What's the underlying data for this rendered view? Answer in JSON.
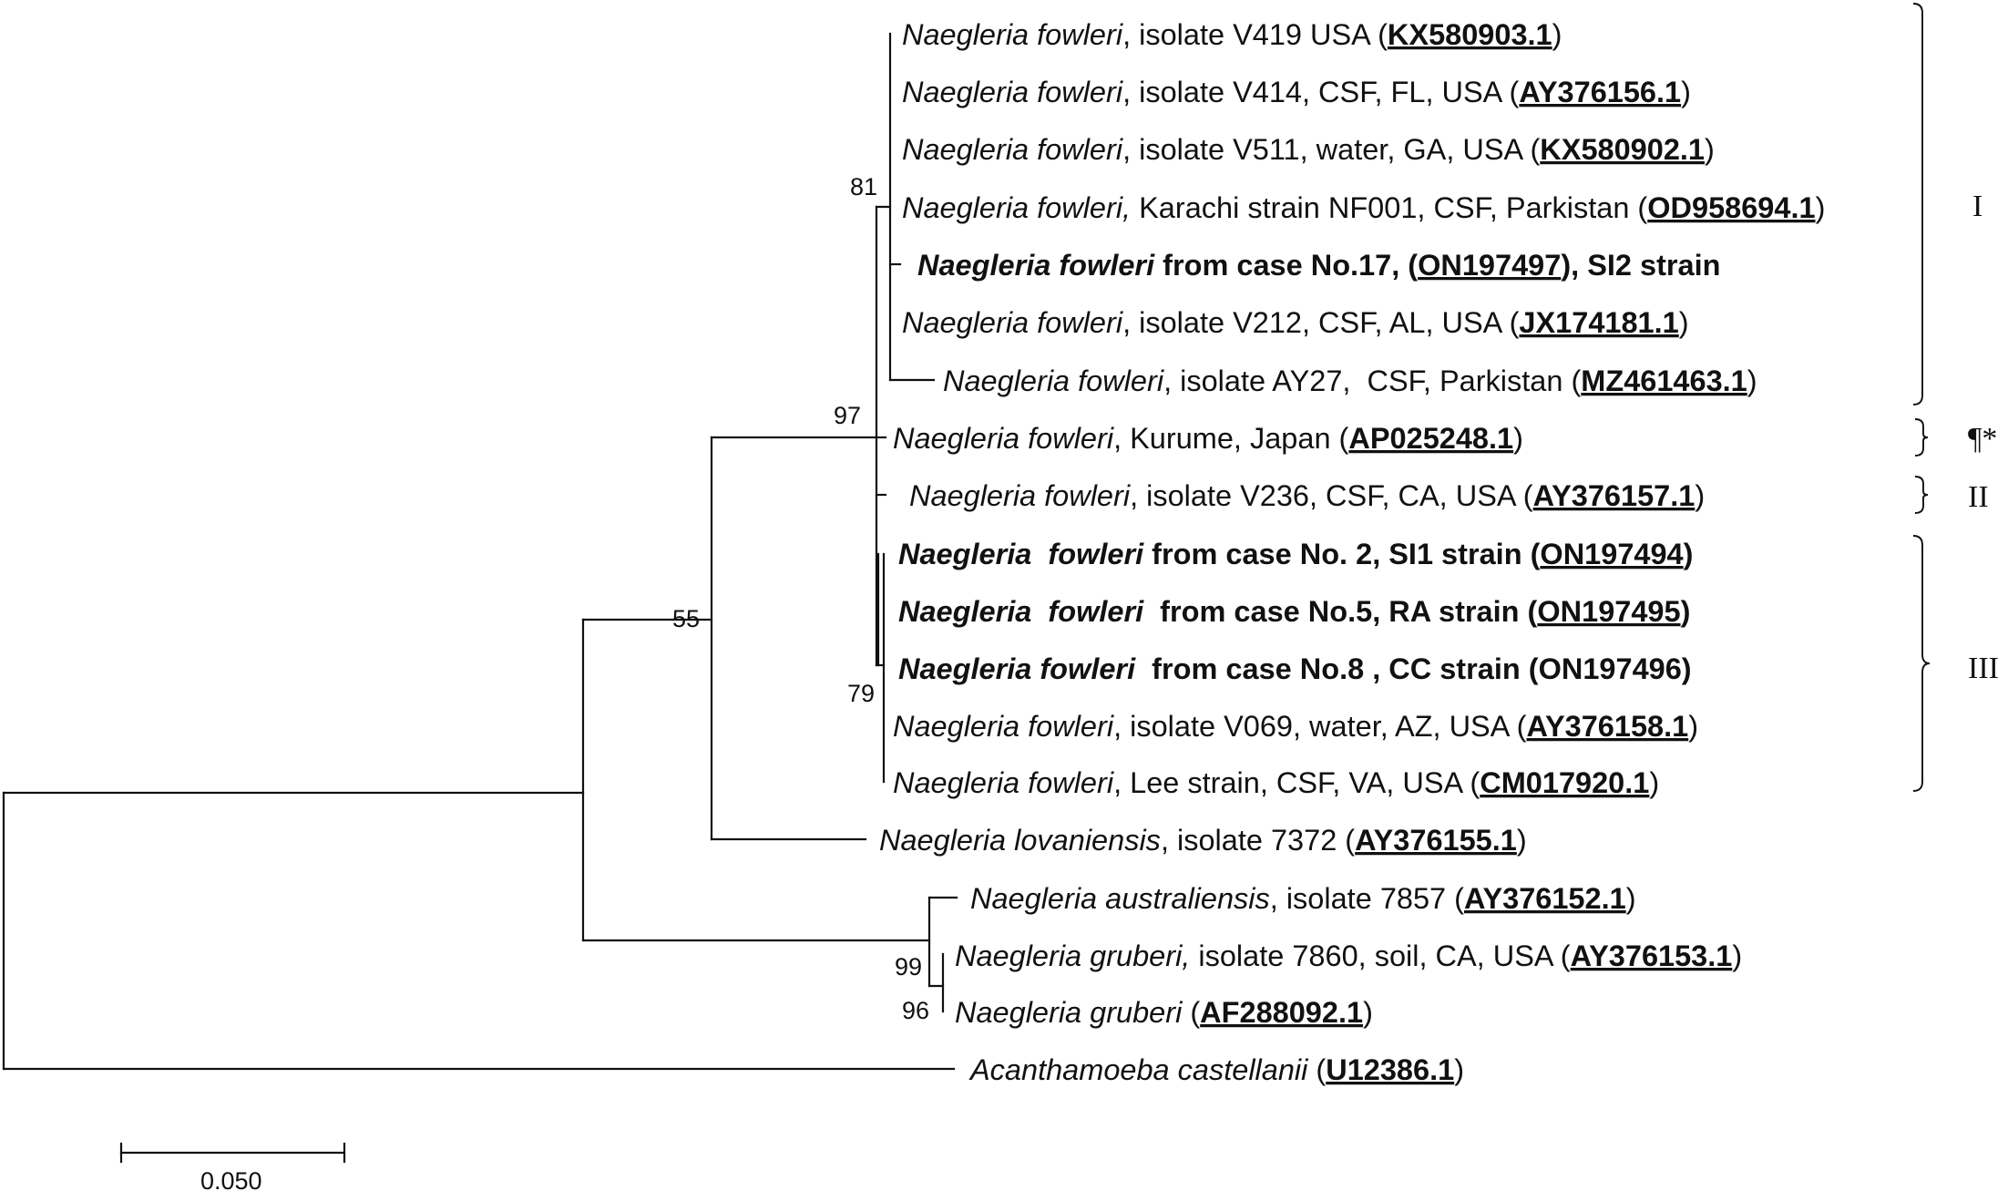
{
  "tree": {
    "taxa": [
      {
        "species": "Naegleria fowleri",
        "rest": ", isolate V419 USA (",
        "acc": "KX580903.1",
        "close": ")",
        "bold": false
      },
      {
        "species": "Naegleria fowleri",
        "rest": ", isolate V414, CSF, FL, USA (",
        "acc": "AY376156.1",
        "close": ")",
        "bold": false
      },
      {
        "species": "Naegleria fowleri",
        "rest": ", isolate V511, water, GA, USA (",
        "acc": "KX580902.1",
        "close": ")",
        "bold": false
      },
      {
        "species": "Naegleria fowleri,",
        "rest": " Karachi strain NF001, CSF, Parkistan (",
        "acc": "OD958694.1",
        "close": ")",
        "bold": false
      },
      {
        "species": "Naegleria fowleri",
        "rest": " from case No.17, (",
        "acc": "ON197497",
        "close": "), SI2 strain",
        "bold": true
      },
      {
        "species": "Naegleria fowleri",
        "rest": ", isolate V212, CSF, AL, USA (",
        "acc": "JX174181.1",
        "close": ")",
        "bold": false
      },
      {
        "species": "Naegleria fowleri",
        "rest": ", isolate AY27,  CSF, Parkistan (",
        "acc": "MZ461463.1",
        "close": ")",
        "bold": false
      },
      {
        "species": "Naegleria fowleri",
        "rest": ", Kurume, Japan (",
        "acc": "AP025248.1",
        "close": ")",
        "bold": false
      },
      {
        "species": "Naegleria fowleri",
        "rest": ", isolate V236, CSF, CA, USA (",
        "acc": "AY376157.1",
        "close": ")",
        "bold": false
      },
      {
        "species": "Naegleria  fowleri",
        "rest": " from case No. 2, SI1 strain (",
        "acc": "ON197494",
        "close": ")",
        "bold": true
      },
      {
        "species": "Naegleria  fowleri",
        "rest": "  from case No.5, RA strain (",
        "acc": "ON197495",
        "close": ")",
        "bold": true
      },
      {
        "species": "Naegleria fowleri",
        "rest": "  from case No.8 , CC strain (ON197496)",
        "acc": "",
        "close": "",
        "bold": true
      },
      {
        "species": "Naegleria fowleri",
        "rest": ", isolate V069, water, AZ, USA (",
        "acc": "AY376158.1",
        "close": ")",
        "bold": false
      },
      {
        "species": "Naegleria fowleri",
        "rest": ", Lee strain, CSF, VA, USA (",
        "acc": "CM017920.1",
        "close": ")",
        "bold": false
      },
      {
        "species": "Naegleria lovaniensis",
        "rest": ", isolate 7372 (",
        "acc": "AY376155.1",
        "close": ")",
        "bold": false
      },
      {
        "species": "Naegleria australiensis",
        "rest": ", isolate 7857 (",
        "acc": "AY376152.1",
        "close": ")",
        "bold": false
      },
      {
        "species": "Naegleria gruberi,",
        "rest": " isolate 7860, soil, CA, USA (",
        "acc": "AY376153.1",
        "close": ")",
        "bold": false
      },
      {
        "species": "Naegleria gruberi",
        "rest": " (",
        "acc": "AF288092.1",
        "close": ")",
        "bold": false
      },
      {
        "species": "Acanthamoeba castellanii",
        "rest": " (",
        "acc": "U12386.1",
        "close": ")",
        "bold": false
      }
    ],
    "bootstrap": [
      "81",
      "97",
      "55",
      "79",
      "99",
      "96"
    ],
    "clades": [
      "I",
      "¶*",
      "II",
      "III"
    ],
    "scale_label": "0.050"
  }
}
